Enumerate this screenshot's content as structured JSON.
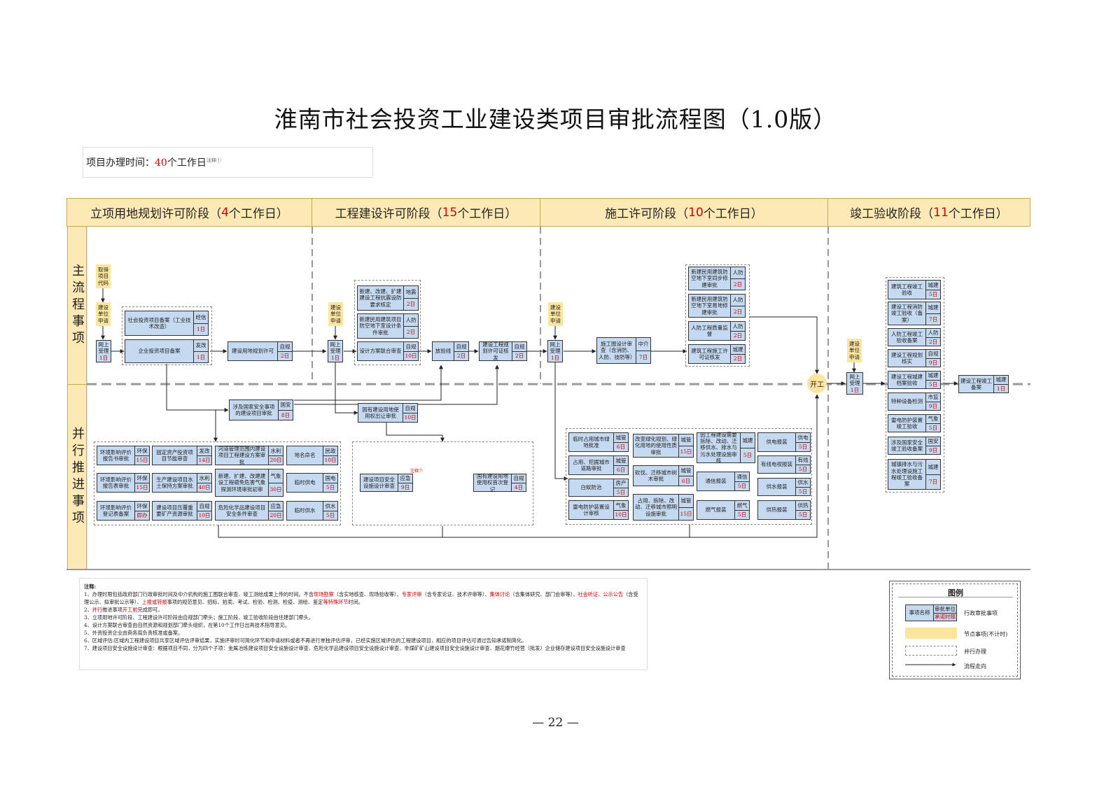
{
  "title": "淮南市社会投资工业建设类项目审批流程图（1.0版）",
  "time": {
    "label": "项目办理时间：",
    "days": "40",
    "unit": "个工作日",
    "note": "注释①"
  },
  "stages": [
    {
      "name": "立项用地规划许可阶段（",
      "days": "4",
      "unit": "个工作日）"
    },
    {
      "name": "工程建设许可阶段（",
      "days": "15",
      "unit": "个工作日）"
    },
    {
      "name": "施工许可阶段（",
      "days": "10",
      "unit": "个工作日）"
    },
    {
      "name": "竣工验收阶段（",
      "days": "11",
      "unit": "个工作日）"
    }
  ],
  "rows": {
    "main": "主流程事项",
    "parallel": "并行推进事项"
  },
  "nodes": {
    "code": "取得项目代码",
    "apply1": "建设单位申请",
    "apply2": "建设单位申请",
    "apply3": "建设单位申请",
    "apply4": "建设单位申请",
    "start": "开工"
  },
  "boxes": [
    {
      "id": "b1",
      "name": "网上受理",
      "agency": "",
      "days": "1日"
    },
    {
      "id": "b2",
      "name": "社会投资项目备案（工业技术改造）",
      "agency": "经信",
      "days": "1日"
    },
    {
      "id": "b3",
      "name": "企业投资项目备案",
      "agency": "发改",
      "days": "1日"
    },
    {
      "id": "b4",
      "name": "建设用地规划许可",
      "agency": "自规",
      "days": "2日"
    },
    {
      "id": "b5",
      "name": "网上受理",
      "agency": "",
      "days": "1日"
    },
    {
      "id": "b6",
      "name": "新建、改建、扩建建设工程抗震设防要求核定",
      "agency": "地震",
      "days": "2日"
    },
    {
      "id": "b7",
      "name": "新建民用建筑项目防空地下室设计条件审批",
      "agency": "人防",
      "days": "2日"
    },
    {
      "id": "b8",
      "name": "设计方案联合审查",
      "agency": "自规",
      "days": "10日"
    },
    {
      "id": "b9",
      "name": "放验线",
      "agency": "自规",
      "days": "2日"
    },
    {
      "id": "b10",
      "name": "建设工程规划许可证核发",
      "agency": "自规",
      "days": "2日"
    },
    {
      "id": "b11",
      "name": "网上受理",
      "agency": "",
      "days": "1日"
    },
    {
      "id": "b12",
      "name": "施工图设计审查（含消防、人防、技防等）",
      "agency": "中介",
      "days": "7日"
    },
    {
      "id": "b13",
      "name": "新建民用建筑防空地下室同步修建审批",
      "agency": "人防",
      "days": "2日"
    },
    {
      "id": "b14",
      "name": "新建民用建筑防空地下室易地修建审批",
      "agency": "人防",
      "days": "2日"
    },
    {
      "id": "b15",
      "name": "人防工程质量监督",
      "agency": "人防",
      "days": "2日"
    },
    {
      "id": "b16",
      "name": "建筑工程施工许可证核发",
      "agency": "城建",
      "days": "2日"
    },
    {
      "id": "b17",
      "name": "网上受理",
      "agency": "",
      "days": "1日"
    },
    {
      "id": "b18",
      "name": "建筑工程竣工验收",
      "agency": "城建",
      "days": "5日"
    },
    {
      "id": "b19",
      "name": "建设工程消防竣工验收（备案）",
      "agency": "城建",
      "days": "7日"
    },
    {
      "id": "b20",
      "name": "人防工程竣工验收备案",
      "agency": "人防",
      "days": "2日"
    },
    {
      "id": "b21",
      "name": "建设工程规划核实",
      "agency": "自规",
      "days": "9日"
    },
    {
      "id": "b22",
      "name": "建设工程城建档案验收",
      "agency": "城建",
      "days": "5日"
    },
    {
      "id": "b23",
      "name": "特种设备检测",
      "agency": "市监",
      "days": "9日"
    },
    {
      "id": "b24",
      "name": "雷电防护装置竣工验收",
      "agency": "气象",
      "days": "5日"
    },
    {
      "id": "b25",
      "name": "涉及国家安全竣工验收备案",
      "agency": "国安",
      "days": "9日"
    },
    {
      "id": "b26",
      "name": "城镇排水与污水处理设施工程竣工验收备案",
      "agency": "城建",
      "days": "7日"
    },
    {
      "id": "b27",
      "name": "建设工程竣工备案",
      "agency": "城建",
      "days": "1日"
    },
    {
      "id": "p1",
      "name": "涉及国家安全事项的建设项目审批",
      "agency": "国安",
      "days": "8日"
    },
    {
      "id": "p2",
      "name": "国有建设用地使用权出让审批",
      "agency": "自规",
      "days": "10日"
    },
    {
      "id": "p3",
      "name": "环境影响评价报告书审批",
      "agency": "环保",
      "days": "15日"
    },
    {
      "id": "p4",
      "name": "固定资产投资项目节能审查",
      "agency": "发改",
      "days": "14日"
    },
    {
      "id": "p5",
      "name": "河道管理范围内建设项目工程建设方案审批",
      "agency": "水利",
      "days": "20日"
    },
    {
      "id": "p6",
      "name": "地名命名",
      "agency": "民政",
      "days": "10日"
    },
    {
      "id": "p7",
      "name": "环境影响评价报告表审批",
      "agency": "环保",
      "days": "15日"
    },
    {
      "id": "p8",
      "name": "生产建设项目水土保持方案审批",
      "agency": "水利",
      "days": "40日"
    },
    {
      "id": "p9",
      "name": "新建、扩建、改建建设工程避免危害气象探测环境审批初审",
      "agency": "气象",
      "days": "30日"
    },
    {
      "id": "p10",
      "name": "临时供电",
      "agency": "国电",
      "days": "5日"
    },
    {
      "id": "p11",
      "name": "环境影响评价登记表备案",
      "agency": "环保",
      "days": "即办"
    },
    {
      "id": "p12",
      "name": "建设项目压覆重要矿产资源审批",
      "agency": "自规",
      "days": "10日"
    },
    {
      "id": "p13",
      "name": "危险化学品建设项目安全条件审查",
      "agency": "应急",
      "days": "20日"
    },
    {
      "id": "p14",
      "name": "临时供水",
      "agency": "供水",
      "days": "5日"
    },
    {
      "id": "p15",
      "name": "建设项目安全设施设计审查",
      "agency": "应急",
      "days": "9日"
    },
    {
      "id": "p16",
      "name": "国有建设用地使用权首次登记",
      "agency": "自规",
      "days": "4日"
    },
    {
      "id": "p17",
      "name": "临时占用城市绿地批准",
      "agency": "城管",
      "days": "6日"
    },
    {
      "id": "p18",
      "name": "占用、挖掘城市道路审批",
      "agency": "城管",
      "days": "6日"
    },
    {
      "id": "p19",
      "name": "白蚁防治",
      "agency": "房产",
      "days": "5日"
    },
    {
      "id": "p20",
      "name": "雷电防护装置设计审核",
      "agency": "气象",
      "days": "10日"
    },
    {
      "id": "p21",
      "name": "改变绿化规划、绿化用地的使用性质审批",
      "agency": "城管",
      "days": "15日"
    },
    {
      "id": "p22",
      "name": "砍伐、迁移城市树木审批",
      "agency": "城管",
      "days": "6日"
    },
    {
      "id": "p23",
      "name": "占用、拆除、改动、迁移城市照明设施审批",
      "agency": "城管",
      "days": "15日"
    },
    {
      "id": "p24",
      "name": "因工程建设需要拆除、改动、迁移供水、排水与污水处理设施审核",
      "agency": "城建",
      "days": "5日"
    },
    {
      "id": "p25",
      "name": "通信报装",
      "agency": "通信",
      "days": "5日"
    },
    {
      "id": "p26",
      "name": "燃气报装",
      "agency": "燃气",
      "days": "5日"
    },
    {
      "id": "p27",
      "name": "供电报装",
      "agency": "供电",
      "days": "5日"
    },
    {
      "id": "p28",
      "name": "有线电视报装",
      "agency": "有线",
      "days": "5日"
    },
    {
      "id": "p29",
      "name": "供水报装",
      "agency": "供水",
      "days": "5日"
    },
    {
      "id": "p30",
      "name": "供热报装",
      "agency": "供热",
      "days": "5日"
    }
  ],
  "note7": "注释⑦",
  "notes": {
    "heading": "注释:",
    "n1a": "1、办理时限包括政府部门行政审批时间及中介机构的施工图联合审查、竣工测绘成果上传的时间。不含",
    "n1b": "现场勘察",
    "n1c": "（含实地核查、现场验收等）、",
    "n1d": "专家评审",
    "n1e": "（含专家论证、技术评审等）、",
    "n1f": "集体讨论",
    "n1g": "（含集体研究、部门会审等）、",
    "n1h": "社会听证、公示公告",
    "n1i": "（含受理公示、拟审批公示等）、",
    "n1j": "上报或转报",
    "n1k": "事项的规范意见、招标、拍卖、考试、检验、检测、检疫、测绘、鉴定",
    "n1l": "等特殊环节",
    "n1m": "时间。",
    "n2a": "2、",
    "n2b": "并行",
    "n2c": "推进事项",
    "n2d": "开工前",
    "n2e": "完成即可。",
    "n3": "3、立项用地许可阶段、工程建设许可阶段由自规部门牵头；施工阶段、竣工验收阶段由住建部门牵头。",
    "n4": "4、设计方案联合审查由自然资源和规划部门牵头组织，在第10个工作日出具技术指导意见。",
    "n5": "5、外资投资企业由商务局负责核准或备案。",
    "n6": "6、区域评估:区域内工程建设项目共享区域评估评审结果，实施评审时可简化环节和申请材料或者不再进行单独评估评审，已经实施区域评估的工程建设项目，相应的项目评估可通过告知承诺制简化。",
    "n7": "7、建设项目安全设施设计审查：根据项目不同，分为四个子项：金属冶炼建设项目安全设施设计审查、危险化学品建设项目安全设施设计审查、非煤矿矿山建设项目安全设施设计审查、烟花爆竹经营（批发）企业储存建设项目安全设施设计审查"
  },
  "legend": {
    "title": "图例",
    "sample_name": "事项名称",
    "sample_agency": "审批单位",
    "sample_days": "承诺时限",
    "item1": "行政审批事项",
    "item2": "节点事项(不计时)",
    "item3": "并行办理",
    "item4": "流程走向"
  },
  "page_number": "— 22 —",
  "colors": {
    "box_fill": "#c5d9f1",
    "node_fill": "#fce59e",
    "stage_fill": "#fde9b5",
    "accent_red": "#cc0000"
  }
}
